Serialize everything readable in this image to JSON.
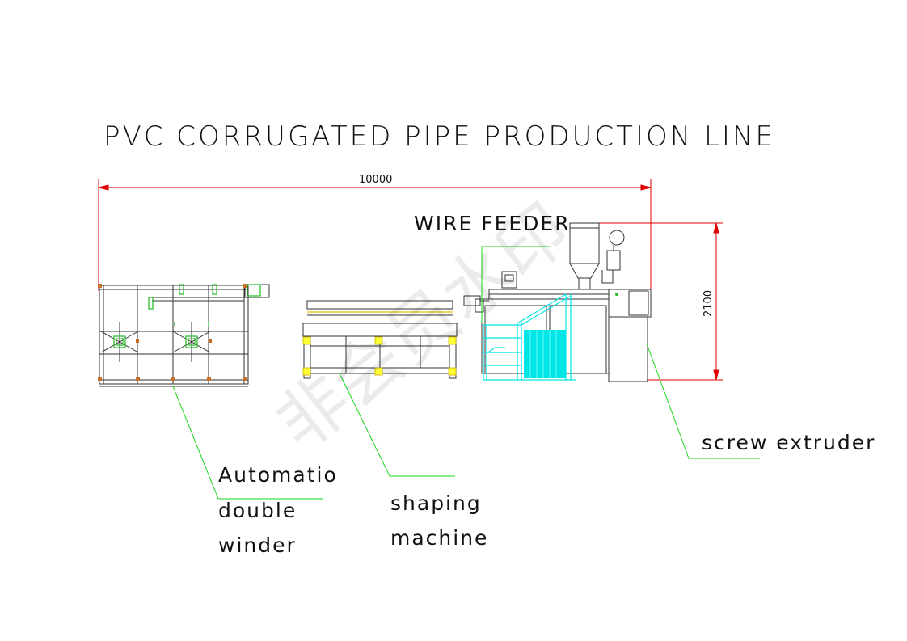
{
  "title": "PVC CORRUGATED PIPE PRODUCTION LINE",
  "dimensions": {
    "total_length": "10000",
    "height": "2100"
  },
  "labels": {
    "wire_feeder": "WIRE FEEDER",
    "screw_extruder": "screw extruder",
    "winder_line1": "Automatio",
    "winder_line2": "double",
    "winder_line3": "winder",
    "shaping_line1": "shaping",
    "shaping_line2": "machine"
  },
  "watermark": "非会员水印",
  "colors": {
    "dimension": "#e00000",
    "leader": "#18d818",
    "outline": "#333333",
    "accent_cyan": "#00e5e5",
    "accent_yellow": "#ffff33",
    "accent_green": "#22bb22"
  }
}
